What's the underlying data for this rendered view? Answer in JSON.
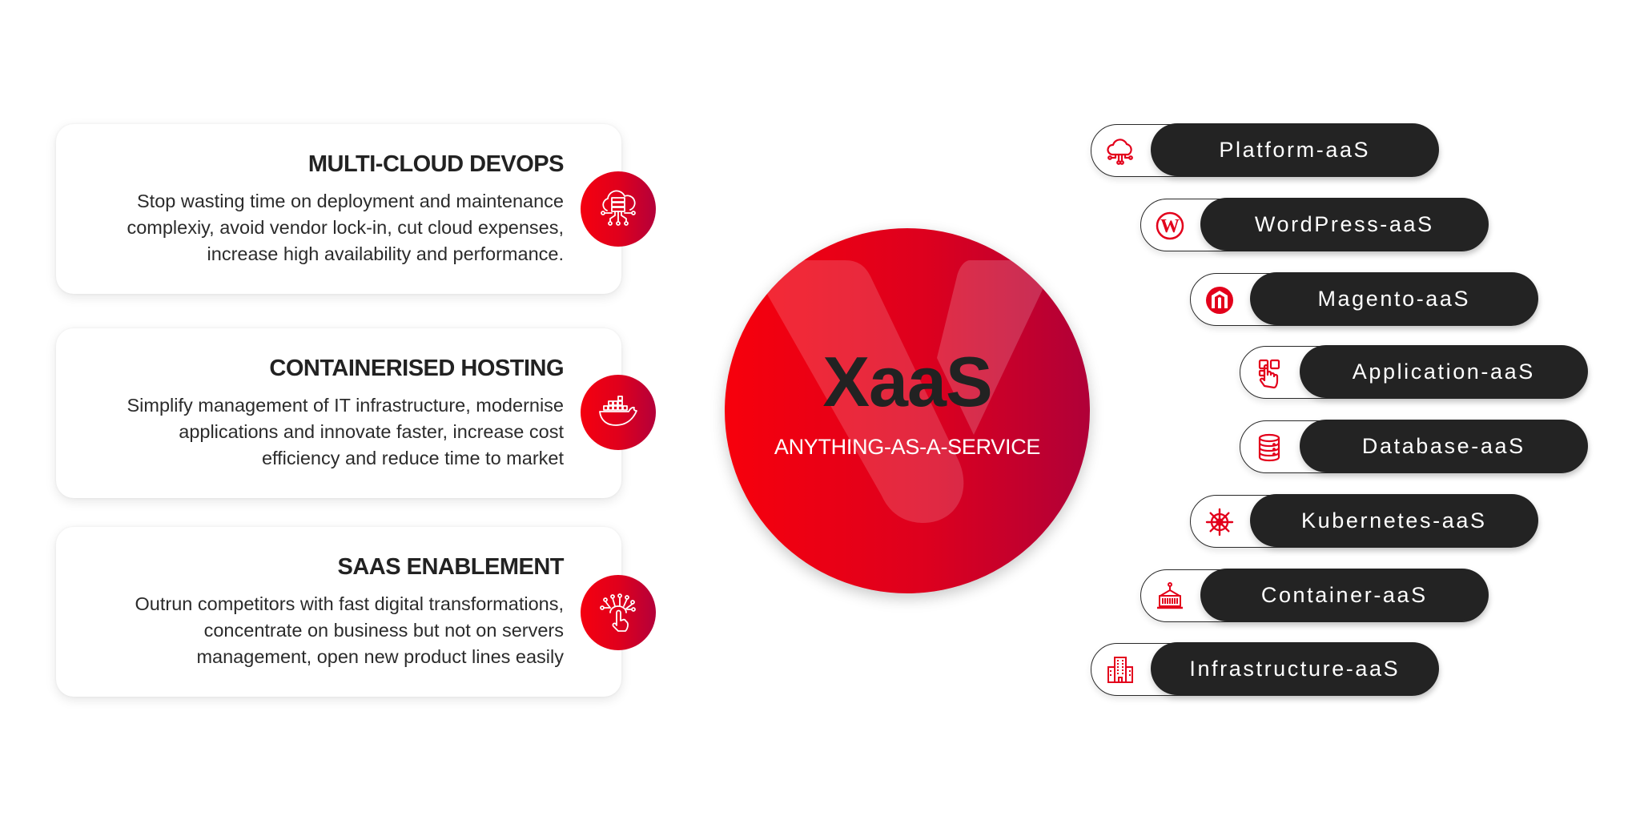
{
  "colors": {
    "accent_red": "#e3001b",
    "accent_red_dark": "#b00038",
    "pill_dark": "#232323",
    "text_dark": "#222222"
  },
  "hub": {
    "title": "XaaS",
    "subtitle": "ANYTHING-AS-A-SERVICE",
    "background_icon": "v-logo-icon"
  },
  "cards": [
    {
      "title": "MULTI-CLOUD DEVOPS",
      "icon": "cloud-server-icon",
      "body_lines": [
        "Stop wasting time on deployment and maintenance",
        "complexiy, avoid vendor lock-in, cut cloud expenses,",
        "increase high availability and performance."
      ]
    },
    {
      "title": "CONTAINERISED HOSTING",
      "icon": "docker-whale-icon",
      "body_lines": [
        "Simplify management of IT infrastructure, modernise",
        "applications and innovate faster, increase cost",
        "efficiency and reduce time to market"
      ]
    },
    {
      "title": "SAAS ENABLEMENT",
      "icon": "touch-network-icon",
      "body_lines": [
        "Outrun competitors with fast digital transformations,",
        "concentrate on business but not on servers",
        "management, open new product lines easily"
      ]
    }
  ],
  "services": [
    {
      "label": "Platform-aaS",
      "icon": "cloud-network-icon"
    },
    {
      "label": "WordPress-aaS",
      "icon": "wordpress-icon"
    },
    {
      "label": "Magento-aaS",
      "icon": "magento-icon"
    },
    {
      "label": "Application-aaS",
      "icon": "app-touch-icon"
    },
    {
      "label": "Database-aaS",
      "icon": "database-icon"
    },
    {
      "label": "Kubernetes-aaS",
      "icon": "kubernetes-helm-icon"
    },
    {
      "label": "Container-aaS",
      "icon": "shipping-container-icon"
    },
    {
      "label": "Infrastructure-aaS",
      "icon": "buildings-icon"
    }
  ]
}
